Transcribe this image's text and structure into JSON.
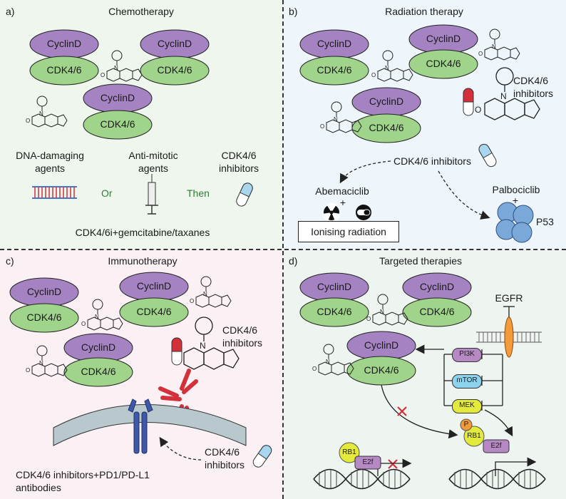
{
  "panels": {
    "a": {
      "letter": "a)",
      "title": "Chemotherapy",
      "dna_agents": [
        "DNA-damaging",
        "agents"
      ],
      "antimitotic": [
        "Anti-mitotic",
        "agents"
      ],
      "cdk_inhib": [
        "CDK4/6",
        "inhibitors"
      ],
      "or": "Or",
      "then": "Then",
      "footer": "CDK4/6i+gemcitabine/taxanes"
    },
    "b": {
      "letter": "b)",
      "title": "Radiation therapy",
      "cdk_inhib": [
        "CDK4/6",
        "inhibitors"
      ],
      "center_label": "CDK4/6 inhibitors",
      "abemaciclib": "Abemaciclib",
      "plus1": "+",
      "ionising": "Ionising radiation",
      "palbociclib": "Palbociclib",
      "plus2": "+",
      "p53": "P53"
    },
    "c": {
      "letter": "c)",
      "title": "Immunotherapy",
      "cdk_inhib": [
        "CDK4/6",
        "inhibitors"
      ],
      "cdk_inhib2": [
        "CDK4/6",
        "inhibitors"
      ],
      "footer": [
        "CDK4/6 inhibitors+PD1/PD-L1",
        "antibodies"
      ]
    },
    "d": {
      "letter": "d)",
      "title": "Targeted therapies",
      "egfr": "EGFR",
      "pi3k": "PI3K",
      "mtor": "mTOR",
      "mek": "MEK",
      "rb1": "RB1",
      "e2f": "E2f",
      "p": "P"
    }
  },
  "labels": {
    "cyclin": "CyclinD",
    "cdk": "CDK4/6"
  },
  "colors": {
    "cyclin": "#a583c2",
    "cdk": "#9fd48a",
    "pi3k": "#b688c4",
    "mtor": "#8ed3ee",
    "mek": "#e4ea3c",
    "egfr": "#f29a3c",
    "antibody": "#d4303a",
    "receptor": "#3f58a8",
    "membrane": "#b8c8cc",
    "rb1": "#e4ea3c",
    "e2f": "#b688c4",
    "p": "#f29a3c"
  }
}
